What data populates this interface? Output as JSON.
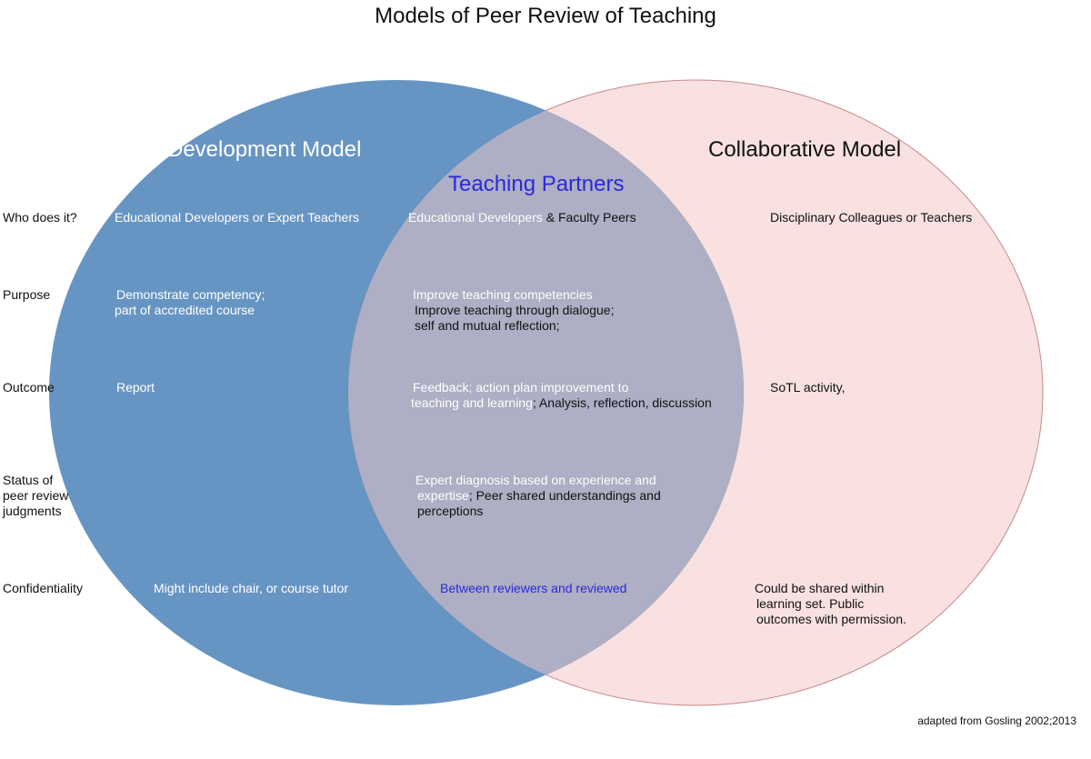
{
  "title": "Models of Peer Review of Teaching",
  "circles": {
    "development": {
      "label": "Development Model",
      "fill": "#5b8dbe"
    },
    "collaborative": {
      "label": "Collaborative Model",
      "fill": "#f8e1e0",
      "stroke": "#c98a89"
    },
    "overlap": {
      "label": "Teaching Partners",
      "fill": "#aeaec4",
      "label_color": "#2a2ad8"
    }
  },
  "row_labels": {
    "who": "Who does it?",
    "purpose": "Purpose",
    "outcome": "Outcome",
    "status_1": "Status of",
    "status_2": "peer review",
    "status_3": "judgments",
    "confidentiality": "Confidentiality"
  },
  "development": {
    "who": "Educational Developers or Expert Teachers",
    "purpose_1": "Demonstrate competency;",
    "purpose_2": "part of accredited course",
    "outcome": "Report",
    "confidentiality": "Might include chair, or course tutor"
  },
  "partners": {
    "who_a": "Educational Developers",
    "who_b": " & Faculty Peers",
    "purpose_1": "Improve teaching competencies",
    "purpose_2": "Improve teaching through dialogue;",
    "purpose_3": "self and mutual reflection;",
    "outcome_1": "Feedback; action plan improvement to",
    "outcome_2a": "teaching and learning",
    "outcome_2b": "; Analysis, reflection, discussion",
    "status_1": "Expert diagnosis based on experience and",
    "status_2a": "expertise",
    "status_2b": "; Peer shared understandings and",
    "status_3": "perceptions",
    "confidentiality": "Between reviewers and reviewed"
  },
  "collaborative": {
    "who": "Disciplinary Colleagues or Teachers",
    "outcome": "SoTL activity,",
    "confidentiality_1": "Could be shared within",
    "confidentiality_2": "learning set. Public",
    "confidentiality_3": "outcomes with permission."
  },
  "footnote": "adapted from Gosling 2002;2013"
}
